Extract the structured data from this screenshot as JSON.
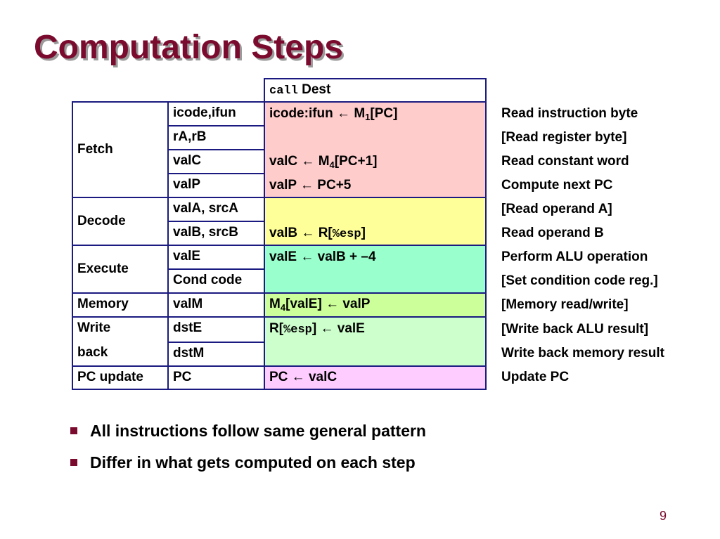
{
  "slide": {
    "title": "Computation Steps",
    "page_number": "9",
    "colors": {
      "title": "#7a0b2e",
      "border": "#1a1a80",
      "fetch_fill": "#ffcccc",
      "decode_fill": "#ffff99",
      "execute_fill": "#99ffcc",
      "memory_fill": "#ccff99",
      "writeback_fill": "#ccffcc",
      "pcupdate_fill": "#ffccff"
    }
  },
  "table": {
    "header": {
      "instr": "call",
      "operand": "Dest"
    },
    "stages": {
      "fetch": "Fetch",
      "decode": "Decode",
      "execute": "Execute",
      "memory": "Memory",
      "write_line1": "Write",
      "write_line2": "back",
      "pc_update": "PC update"
    },
    "fields": {
      "icode": "icode,ifun",
      "rarb": "rA,rB",
      "valc": "valC",
      "valp": "valP",
      "vala": "valA, srcA",
      "valb": "valB, srcB",
      "vale": "valE",
      "cc": "Cond code",
      "valm": "valM",
      "dste": "dstE",
      "dstm": "dstM",
      "pc": "PC"
    },
    "ops": {
      "fetch1": {
        "pre": "icode:ifun ← M",
        "sub": "1",
        "post": "[PC]"
      },
      "fetch3": {
        "pre": "valC ← M",
        "sub": "4",
        "post": "[PC+1]"
      },
      "fetch4": "valP ← PC+5",
      "decode2": {
        "pre": "valB ← R[",
        "reg": "%esp",
        "post": "]"
      },
      "execute1": "valE ← valB + –4",
      "memory": {
        "pre": "M",
        "sub": "4",
        "post": "[valE] ← valP"
      },
      "write1": {
        "pre": "R[",
        "reg": "%esp",
        "post": "] ← valE"
      },
      "pc": "PC ← valC"
    }
  },
  "descriptions": [
    "Read instruction byte",
    "[Read register byte]",
    "Read constant word",
    "Compute next PC",
    "[Read operand A]",
    "Read operand B",
    "Perform ALU operation",
    "[Set condition code reg.]",
    "[Memory read/write]",
    "[Write back ALU result]",
    "Write back memory result",
    "Update PC"
  ],
  "bullets": [
    "All instructions follow same general pattern",
    "Differ in what gets computed on each step"
  ]
}
